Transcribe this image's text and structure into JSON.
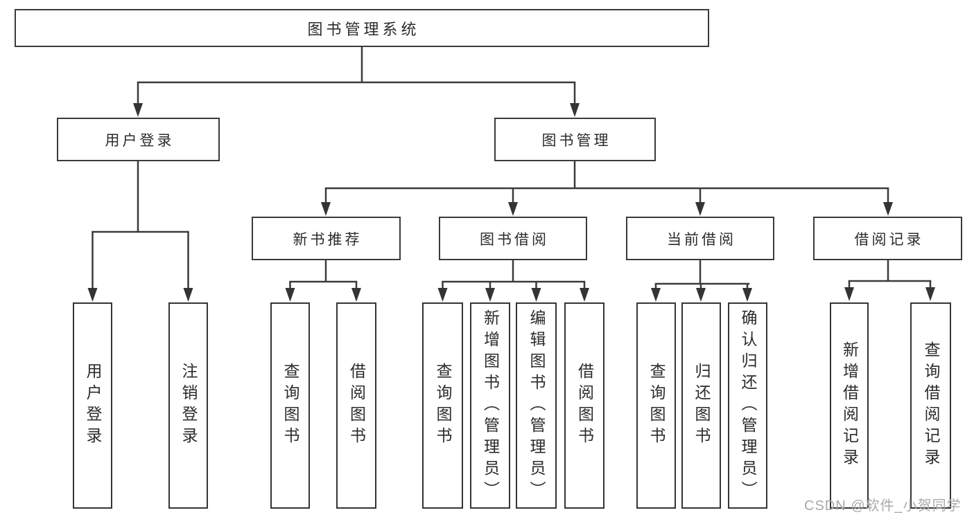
{
  "tree": {
    "root": "图书管理系统",
    "branches": [
      {
        "label": "用户登录",
        "children": [
          "用户登录",
          "注销登录"
        ]
      },
      {
        "label": "图书管理",
        "children": [
          {
            "label": "新书推荐",
            "children": [
              "查询图书",
              "借阅图书"
            ]
          },
          {
            "label": "图书借阅",
            "children": [
              "查询图书",
              "新增图书（管理员）",
              "编辑图书（管理员）",
              "借阅图书"
            ]
          },
          {
            "label": "当前借阅",
            "children": [
              "查询图书",
              "归还图书",
              "确认归还（管理员）"
            ]
          },
          {
            "label": "借阅记录",
            "children": [
              "新增借阅记录",
              "查询借阅记录"
            ]
          }
        ]
      }
    ]
  },
  "colors": {
    "line": "#3a3a3a",
    "text": "#2b2b2b",
    "watermark": "#a9a9a9"
  },
  "watermark": "CSDN @软件_小贺同学"
}
